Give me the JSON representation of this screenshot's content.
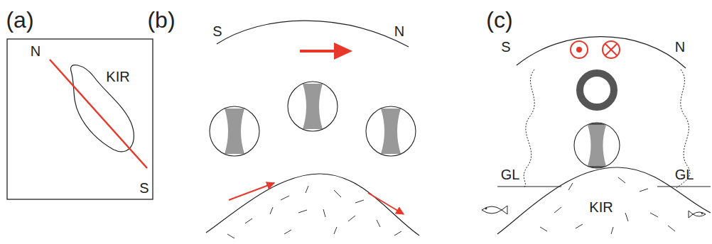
{
  "diagram": {
    "labels": [
      "(a)",
      "(b)",
      "(c)",
      "N",
      "KIR",
      "S",
      "S",
      "N",
      "S",
      "N",
      "GL",
      "GL",
      "KIR"
    ]
  }
}
